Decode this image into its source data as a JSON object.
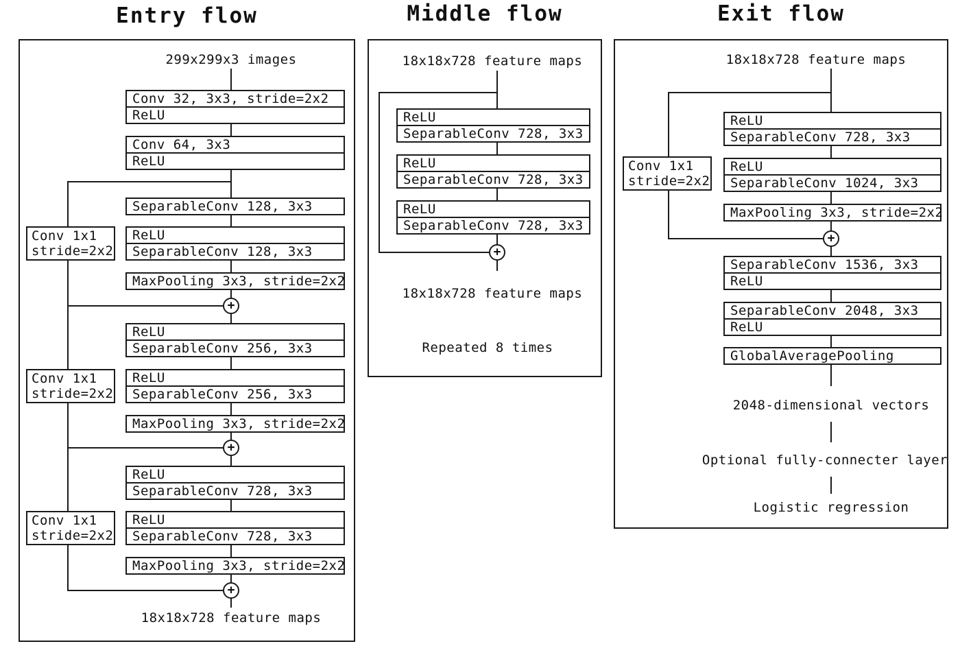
{
  "plus": "+",
  "colors": {
    "ink": "#1a1a1a",
    "background": "#ffffff"
  },
  "flows": {
    "entry": {
      "title": "Entry flow",
      "input": "299x299x3 images",
      "output": "18x18x728 feature maps",
      "shortcuts": [
        {
          "line1": "Conv 1x1",
          "line2": "stride=2x2"
        },
        {
          "line1": "Conv 1x1",
          "line2": "stride=2x2"
        },
        {
          "line1": "Conv 1x1",
          "line2": "stride=2x2"
        }
      ],
      "boxes": [
        {
          "cells": [
            "Conv 32, 3x3, stride=2x2",
            "ReLU"
          ]
        },
        {
          "cells": [
            "Conv 64, 3x3",
            "ReLU"
          ]
        },
        {
          "cells": [
            "SeparableConv 128, 3x3"
          ]
        },
        {
          "cells": [
            "ReLU",
            "SeparableConv 128, 3x3"
          ]
        },
        {
          "cells": [
            "MaxPooling 3x3, stride=2x2"
          ]
        },
        {
          "cells": [
            "ReLU",
            "SeparableConv 256, 3x3"
          ]
        },
        {
          "cells": [
            "ReLU",
            "SeparableConv 256, 3x3"
          ]
        },
        {
          "cells": [
            "MaxPooling 3x3, stride=2x2"
          ]
        },
        {
          "cells": [
            "ReLU",
            "SeparableConv 728, 3x3"
          ]
        },
        {
          "cells": [
            "ReLU",
            "SeparableConv 728, 3x3"
          ]
        },
        {
          "cells": [
            "MaxPooling 3x3, stride=2x2"
          ]
        }
      ]
    },
    "middle": {
      "title": "Middle flow",
      "input": "18x18x728 feature maps",
      "output": "18x18x728 feature maps",
      "note": "Repeated 8 times",
      "boxes": [
        {
          "cells": [
            "ReLU",
            "SeparableConv 728, 3x3"
          ]
        },
        {
          "cells": [
            "ReLU",
            "SeparableConv 728, 3x3"
          ]
        },
        {
          "cells": [
            "ReLU",
            "SeparableConv 728, 3x3"
          ]
        }
      ]
    },
    "exit": {
      "title": "Exit flow",
      "input": "18x18x728 feature maps",
      "shortcut": {
        "line1": "Conv 1x1",
        "line2": "stride=2x2"
      },
      "boxes": [
        {
          "cells": [
            "ReLU",
            "SeparableConv 728, 3x3"
          ]
        },
        {
          "cells": [
            "ReLU",
            "SeparableConv 1024, 3x3"
          ]
        },
        {
          "cells": [
            "MaxPooling 3x3, stride=2x2"
          ]
        },
        {
          "cells": [
            "SeparableConv 1536, 3x3",
            "ReLU"
          ]
        },
        {
          "cells": [
            "SeparableConv 2048, 3x3",
            "ReLU"
          ]
        },
        {
          "cells": [
            "GlobalAveragePooling"
          ]
        }
      ],
      "tail": [
        "2048-dimensional vectors",
        "Optional fully-connecter layer",
        "Logistic regression"
      ]
    }
  }
}
